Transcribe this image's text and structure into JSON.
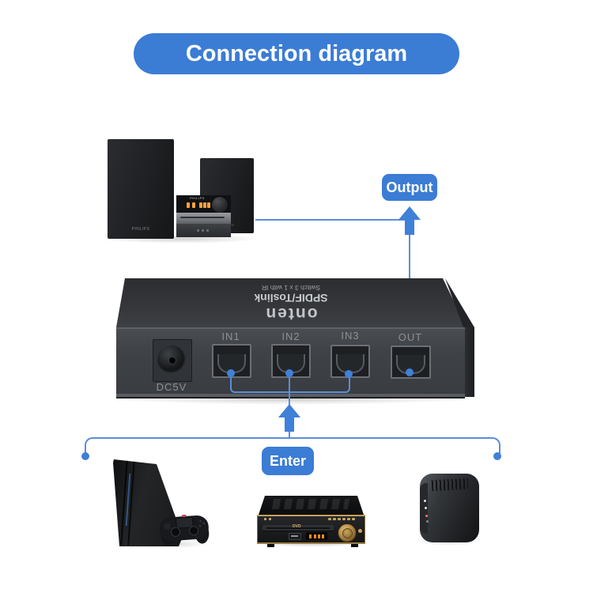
{
  "banner": {
    "label": "Connection diagram"
  },
  "labels": {
    "output": "Output",
    "enter": "Enter"
  },
  "switch_device": {
    "brand": "onten",
    "product_line1": "SPDIF/Toslink",
    "product_line2": "Switch 3 x 1 with IR",
    "power_port_label": "DC5V",
    "ports": [
      {
        "label": "IN1"
      },
      {
        "label": "IN2"
      },
      {
        "label": "IN3"
      },
      {
        "label": "OUT"
      }
    ]
  },
  "stereo_system": {
    "brand": "PHILIPS"
  },
  "source_devices": {
    "dvd_badge": "DVD"
  },
  "colors": {
    "banner_blue": "#3b7cd5",
    "connector_line_blue": "#5b8ed8",
    "arrow_blue": "#3f80d8",
    "device_body_gray": "#3f4247",
    "port_label_gray": "#8d9196",
    "gold_trim": "#c2a162"
  }
}
